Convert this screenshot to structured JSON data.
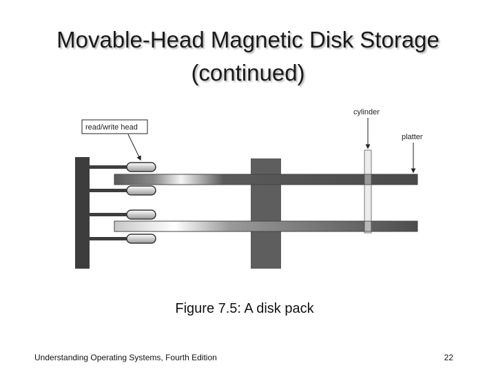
{
  "slide": {
    "title_line1": "Movable-Head Magnetic Disk Storage",
    "title_line2": "(continued)",
    "caption": "Figure 7.5: A disk pack",
    "footer": "Understanding Operating Systems, Fourth Edition",
    "page_number": "22"
  },
  "diagram": {
    "label_read_write_head": "read/write head",
    "label_cylinder": "cylinder",
    "label_platter": "platter"
  }
}
